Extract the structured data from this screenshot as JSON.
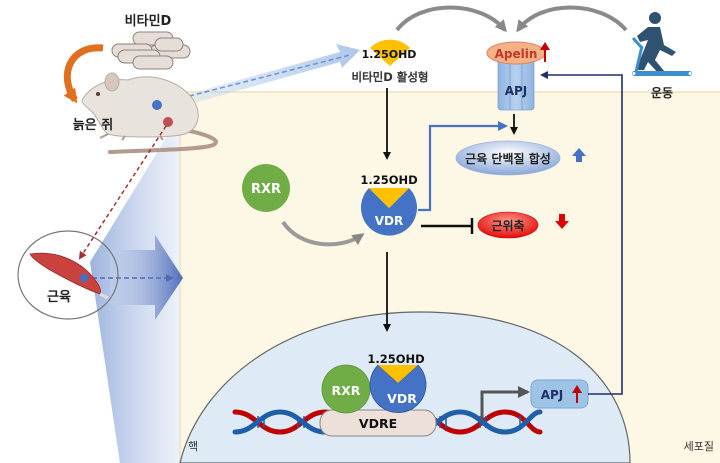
{
  "labels": {
    "vitamin_d": "비타민D",
    "aged_rat": "늙은 쥐",
    "muscle": "근육",
    "active_form_compound": "1.25OHD",
    "active_form_label": "비타민D 활성형",
    "apelin": "Apelin",
    "apj_receptor": "APJ",
    "exercise": "운동",
    "protein_synthesis": "근육 단백질 합성",
    "atrophy": "근위축",
    "rxr": "RXR",
    "vdr": "VDR",
    "vdr_ligand": "1.25OHD",
    "nucleus_rxr": "RXR",
    "nucleus_vdr": "VDR",
    "nucleus_ligand": "1.25OHD",
    "vdre": "VDRE",
    "apj_gene": "APJ",
    "nucleus": "핵",
    "cytoplasm": "세포질"
  },
  "indicators": {
    "apelin": "up",
    "protein_synthesis": "up",
    "atrophy": "down",
    "apj_gene": "up"
  },
  "colors": {
    "cytoplasm": "#fdf8e6",
    "nucleus": "#deeaf6",
    "vdr": "#4472c4",
    "rxr": "#70ad47",
    "ligand": "#ffc000",
    "apelin": "#f4b183",
    "apj": "#9dc3e6",
    "atrophy": "#e02020",
    "synthesis": "#a9bfe4",
    "up_red": "#c00000",
    "up_blue": "#4472c4",
    "dna_red": "#c00000",
    "dna_blue": "#1f5ea8",
    "navy_line": "#1f2d6b"
  }
}
